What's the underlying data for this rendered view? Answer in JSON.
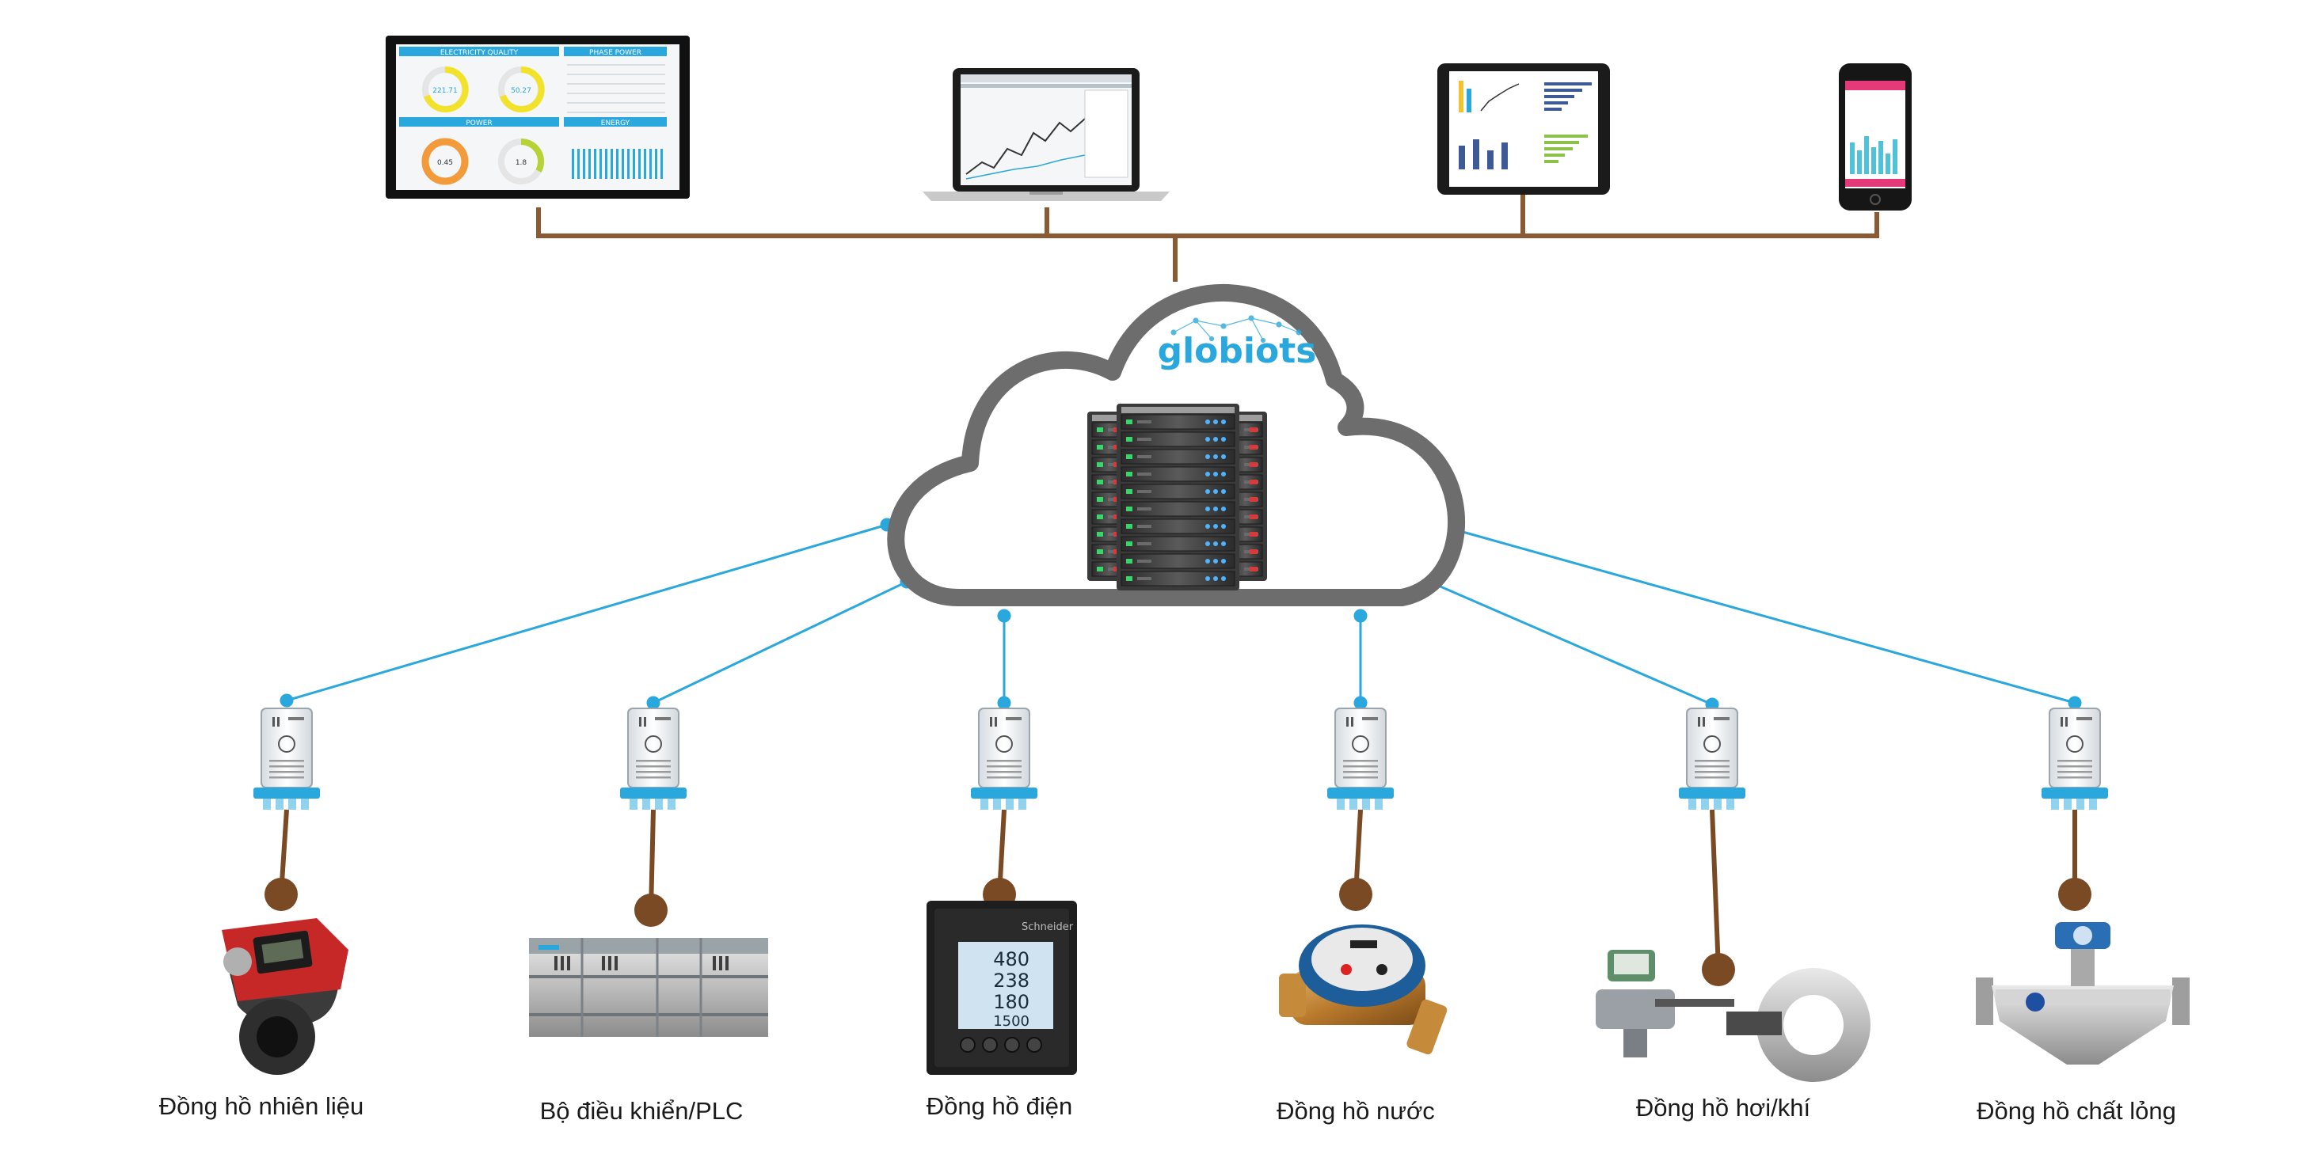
{
  "brand": {
    "name": "globiots",
    "color": "#2aa7dc"
  },
  "colors": {
    "wire_brown": "#8a5a33",
    "link_blue": "#2aa7dc",
    "cloud_gray": "#6d6d6d"
  },
  "clients": [
    {
      "id": "monitor",
      "panels": [
        "ELECTRICITY QUALITY",
        "PHASE POWER",
        "POWER",
        "ENERGY"
      ],
      "gauge_values": [
        "221.71",
        "50.27",
        "0.45",
        "1.8"
      ]
    },
    {
      "id": "laptop"
    },
    {
      "id": "tablet"
    },
    {
      "id": "phone"
    }
  ],
  "server_icon": "server-rack-icon",
  "gateway_icon": "iot-gateway-icon",
  "power_meter_screen": {
    "brand": "Schneider",
    "values": [
      "480",
      "238",
      "180",
      "1500"
    ]
  },
  "devices": [
    {
      "label": "Đồng hồ nhiên liệu",
      "icon": "fuel-meter-icon"
    },
    {
      "label": "Bộ điều khiển/PLC",
      "icon": "plc-controller-icon"
    },
    {
      "label": "Đồng hồ điện",
      "icon": "power-meter-icon"
    },
    {
      "label": "Đồng hồ nước",
      "icon": "water-meter-icon"
    },
    {
      "label": "Đồng hồ hơi/khí",
      "icon": "gas-meter-icon"
    },
    {
      "label": "Đồng hồ chất lỏng",
      "icon": "liquid-meter-icon"
    }
  ]
}
